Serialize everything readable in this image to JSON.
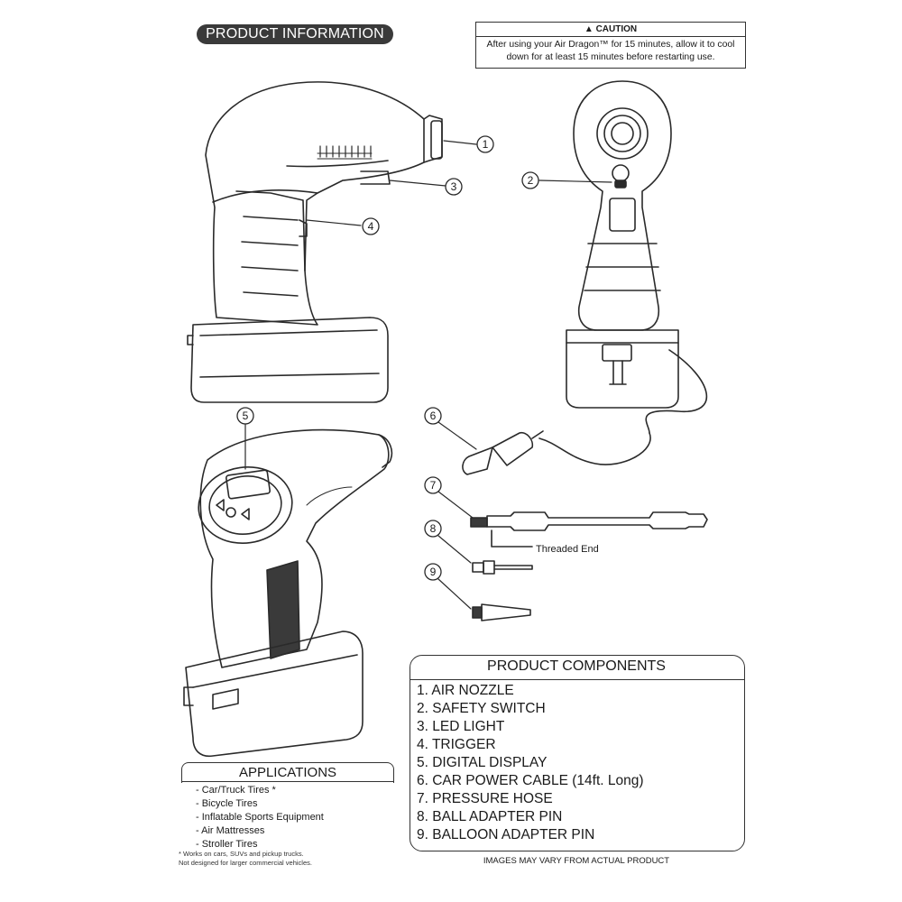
{
  "title": "PRODUCT INFORMATION",
  "caution": {
    "heading": "CAUTION",
    "text": "After using your Air Dragon™ for 15 minutes, allow it to cool down for at least 15 minutes before restarting use."
  },
  "callouts": [
    "1",
    "2",
    "3",
    "4",
    "5",
    "6",
    "7",
    "8",
    "9"
  ],
  "threaded_end_label": "Threaded End",
  "applications": {
    "heading": "APPLICATIONS",
    "items": [
      "- Car/Truck Tires *",
      "- Bicycle Tires",
      "- Inflatable Sports Equipment",
      "- Air Mattresses",
      "- Stroller Tires"
    ],
    "footnote_1": "* Works on cars, SUVs and pickup trucks.",
    "footnote_2": "Not designed for larger commercial vehicles."
  },
  "components": {
    "heading": "PRODUCT COMPONENTS",
    "items": [
      "1. AIR NOZZLE",
      "2. SAFETY SWITCH",
      "3. LED LIGHT",
      "4. TRIGGER",
      "5. DIGITAL DISPLAY",
      "6. CAR POWER CABLE (14ft. Long)",
      "7. PRESSURE HOSE",
      "8. BALL ADAPTER PIN",
      "9. BALLOON ADAPTER PIN"
    ]
  },
  "disclaimer": "IMAGES MAY VARY FROM ACTUAL PRODUCT"
}
